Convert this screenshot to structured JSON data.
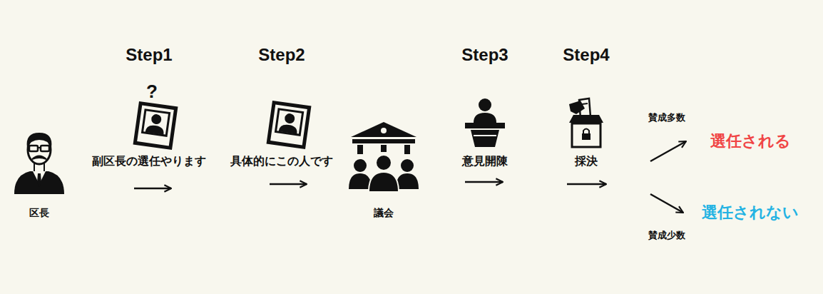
{
  "diagram": {
    "nodes": [
      {
        "text": [
          "区長"
        ]
      },
      {
        "text": [
          "Step1",
          "副区長の選任やります"
        ]
      },
      {
        "text": [
          "Step2",
          "具体的にこの人です"
        ]
      },
      {
        "text": [
          "議会"
        ]
      },
      {
        "text": [
          "Step3",
          "意見開陳"
        ]
      },
      {
        "text": [
          "Step4",
          "採決"
        ]
      },
      {
        "text": [
          "選任される"
        ]
      },
      {
        "text": [
          "選任されない"
        ]
      }
    ],
    "edges": [
      {
        "from": 5,
        "to": 6,
        "label": "賛成多数",
        "arrow": "to"
      },
      {
        "from": 5,
        "to": 7,
        "label": "賛成少数",
        "arrow": "to"
      }
    ],
    "labels": [
      "?"
    ]
  }
}
